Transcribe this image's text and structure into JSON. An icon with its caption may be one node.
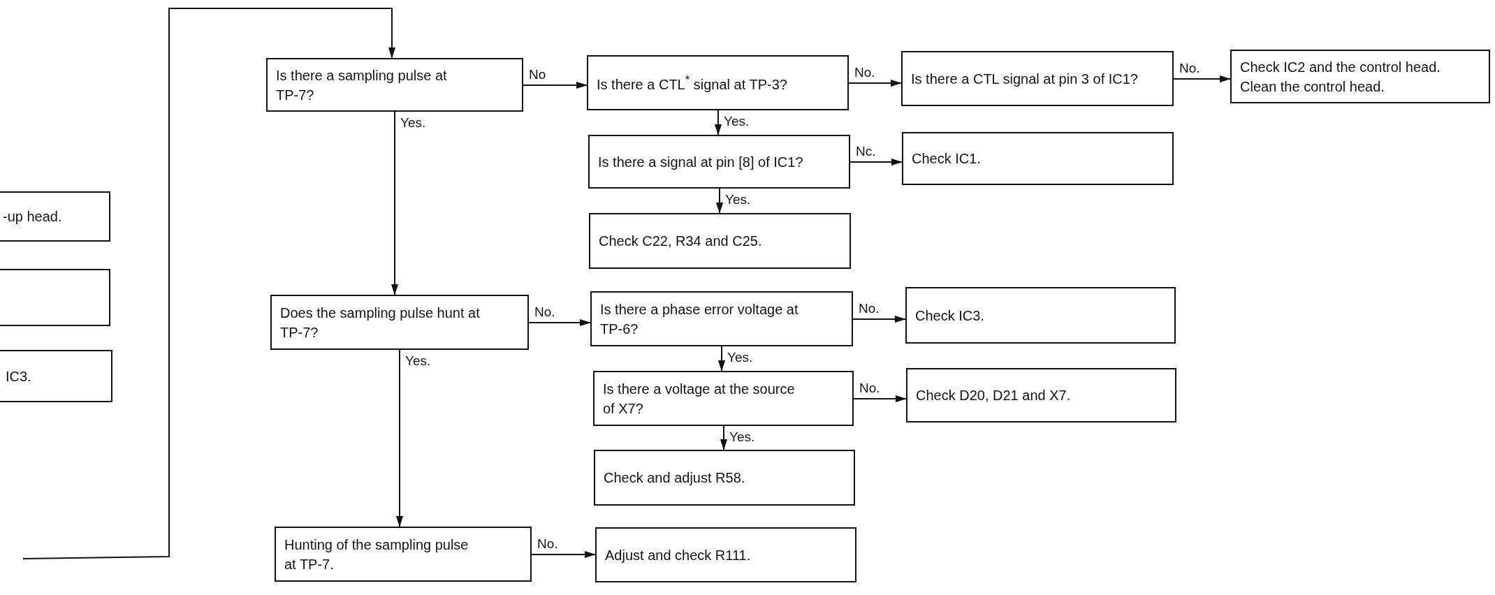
{
  "diagram": {
    "nodes": [
      {
        "text": [
          "-up head."
        ]
      },
      {
        "text": [],
        "shape": "box"
      },
      {
        "text": [
          "IC3."
        ]
      },
      {
        "text": [
          "Is there a sampling pulse at TP-7?"
        ]
      },
      {
        "text": [
          "Is there  a  CTL$^{*}$ signal at TP-3?"
        ]
      },
      {
        "text": [
          "Is there a CTL signal at pin 3 of IC1?"
        ]
      },
      {
        "text": [
          "Check IC2 and the control head. Clean the control head."
        ]
      },
      {
        "text": [
          "Is there a signal at pin [8] of IC1?"
        ]
      },
      {
        "text": [
          "Check IC1."
        ]
      },
      {
        "text": [
          "Check C22, R34 and C25."
        ]
      },
      {
        "text": [
          "Does the sampling pulse hunt at TP-7?"
        ]
      },
      {
        "text": [
          "Is there a phase error voltage at TP-6?"
        ]
      },
      {
        "text": [
          "Check IC3."
        ]
      },
      {
        "text": [
          "Is there a voltage at the source of X7?"
        ]
      },
      {
        "text": [
          "Check D20, D21 and X7."
        ]
      },
      {
        "text": [
          "Check and adjust R58."
        ]
      },
      {
        "text": [
          "Hunting of the sampling pulse at TP-7."
        ]
      },
      {
        "text": [
          "Adjust and check R111."
        ]
      }
    ],
    "edges": [
      {
        "from": null,
        "to": 3,
        "arrow": "to"
      },
      {
        "from": 3,
        "to": 4,
        "arrow": "to",
        "label": "No"
      },
      {
        "from": 4,
        "to": 5,
        "arrow": "to",
        "label": "No."
      },
      {
        "from": 5,
        "to": 6,
        "arrow": "to",
        "label": "No."
      },
      {
        "from": 4,
        "to": 7,
        "arrow": "to",
        "label": "Yes."
      },
      {
        "from": 7,
        "to": 8,
        "arrow": "to",
        "label": "Nc."
      },
      {
        "from": 7,
        "to": 9,
        "arrow": "to",
        "label": "Yes."
      },
      {
        "from": 3,
        "to": 10,
        "arrow": "to",
        "label": "Yes."
      },
      {
        "from": 10,
        "to": 11,
        "arrow": "to",
        "label": "No."
      },
      {
        "from": 11,
        "to": 12,
        "arrow": "to",
        "label": "No."
      },
      {
        "from": 11,
        "to": 13,
        "arrow": "to",
        "label": "Yes."
      },
      {
        "from": 13,
        "to": 14,
        "arrow": "to",
        "label": "No."
      },
      {
        "from": 13,
        "to": 15,
        "arrow": "to",
        "label": "Yes."
      },
      {
        "from": 10,
        "to": 16,
        "arrow": "to",
        "label": "Yes."
      },
      {
        "from": 16,
        "to": 17,
        "arrow": "to",
        "label": "No."
      }
    ]
  }
}
